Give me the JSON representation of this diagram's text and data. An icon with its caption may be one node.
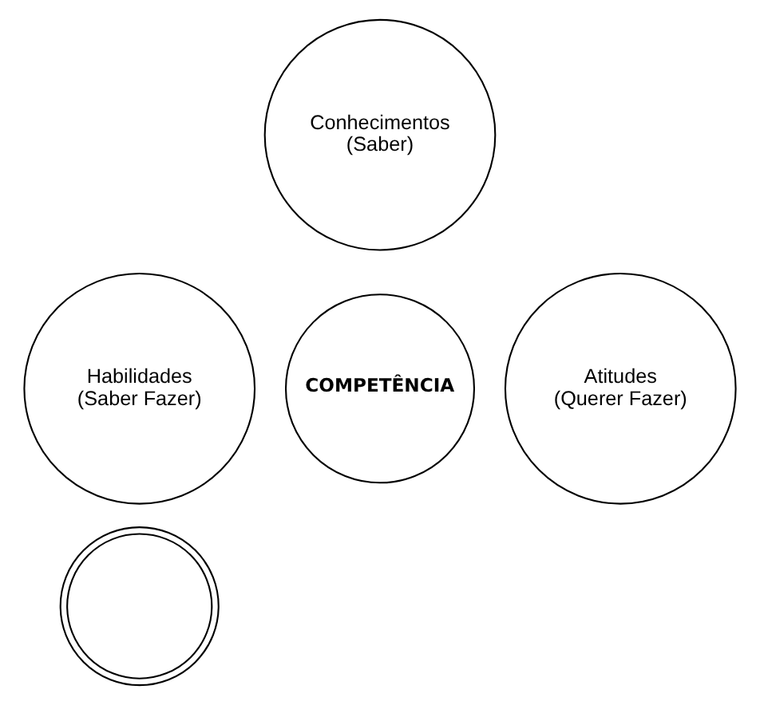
{
  "diagram": {
    "nodes": [
      {
        "text": [],
        "shape": "circle"
      },
      {
        "text": [
          "Conhecimentos (Saber)"
        ]
      },
      {
        "text": [
          "COMPETÊNCIA"
        ]
      },
      {
        "text": [
          "Habilidades (Saber Fazer)"
        ]
      },
      {
        "text": [
          "Atitudes (Querer Fazer)"
        ]
      }
    ]
  }
}
